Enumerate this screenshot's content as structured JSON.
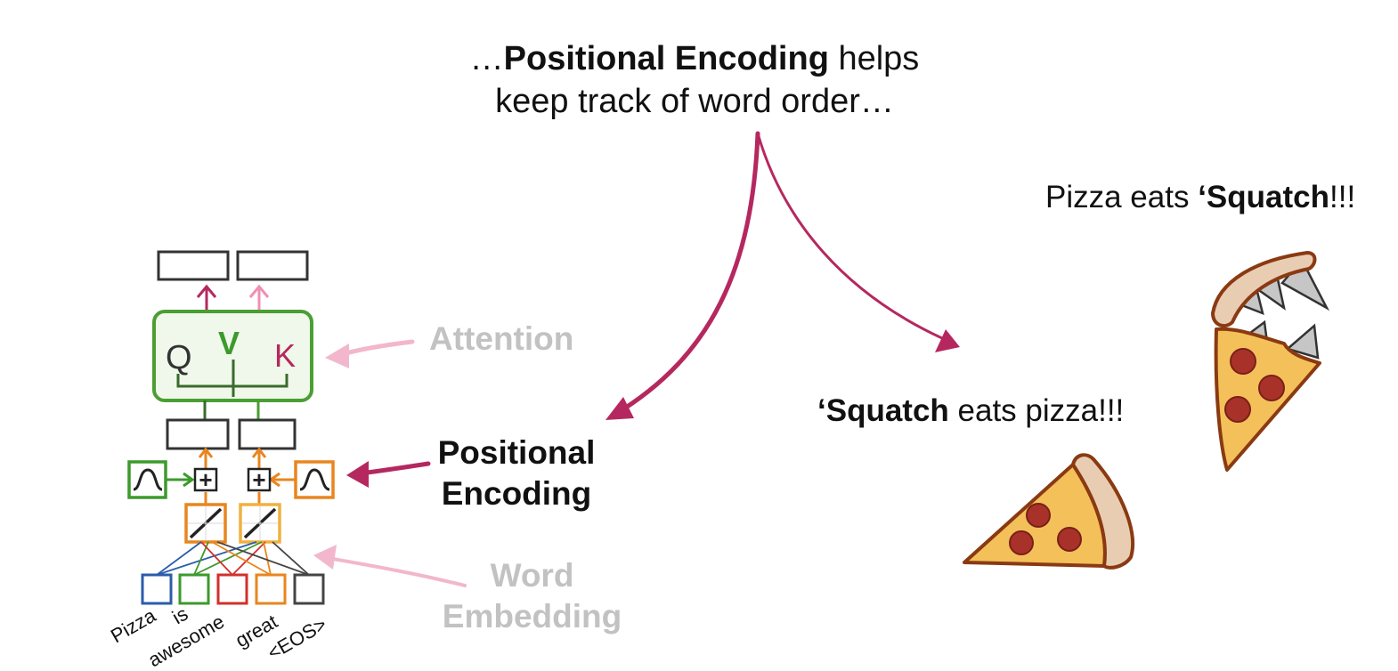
{
  "title": {
    "prefix": "…",
    "bold": "Positional Encoding",
    "rest_line1": " helps",
    "line2": "keep track of word order…"
  },
  "labels": {
    "attention": "Attention",
    "positional_line1": "Positional",
    "positional_line2": "Encoding",
    "word_line1": "Word",
    "word_line2": "Embedding"
  },
  "sentence_top": {
    "pre": "Pizza eats ",
    "bold": "‘Squatch",
    "post": "!!!"
  },
  "sentence_mid": {
    "bold": "‘Squatch",
    "post": " eats pizza!!!"
  },
  "diagram": {
    "q": "Q",
    "v": "V",
    "k": "K",
    "plus": "+",
    "words": [
      "Pizza",
      "is",
      "awesome",
      "great",
      "<EOS>"
    ]
  },
  "colors": {
    "arrow": "#b5285f",
    "attention_arrow": "#f2b7cc",
    "attention_box": "#4a9e33",
    "attention_fill": "#eff8ea",
    "green": "#3c9a2c",
    "orange": "#e8861e",
    "blue": "#2a5caa",
    "red": "#d2302c",
    "dark": "#333333",
    "pizza_fill": "#f4c05a",
    "pizza_crust": "#e9cdb3",
    "pizza_outline": "#8a3a12",
    "pepperoni": "#a8322a",
    "teeth": "#c6c6c6"
  }
}
